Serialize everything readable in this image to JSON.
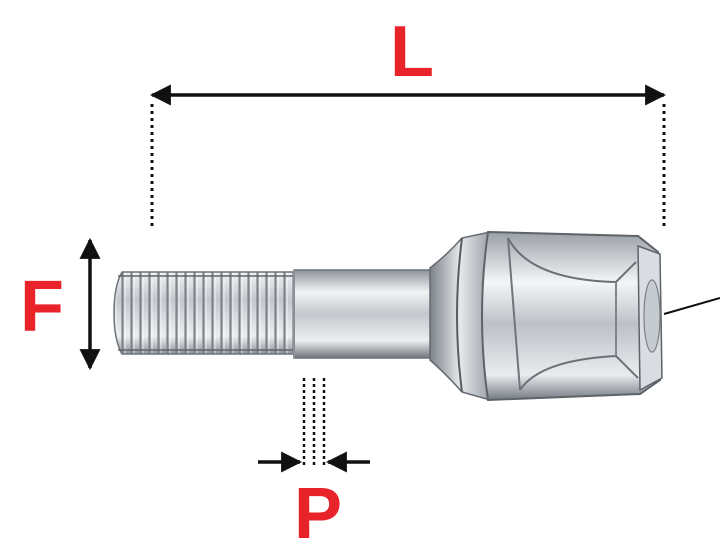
{
  "labels": {
    "length": "L",
    "diameter": "F",
    "pitch": "P"
  },
  "colors": {
    "label": "#e8232a",
    "dimension_line": "#111111",
    "metal_light": "#eef0f2",
    "metal_mid": "#b9bec4",
    "metal_dark": "#6e747b"
  }
}
